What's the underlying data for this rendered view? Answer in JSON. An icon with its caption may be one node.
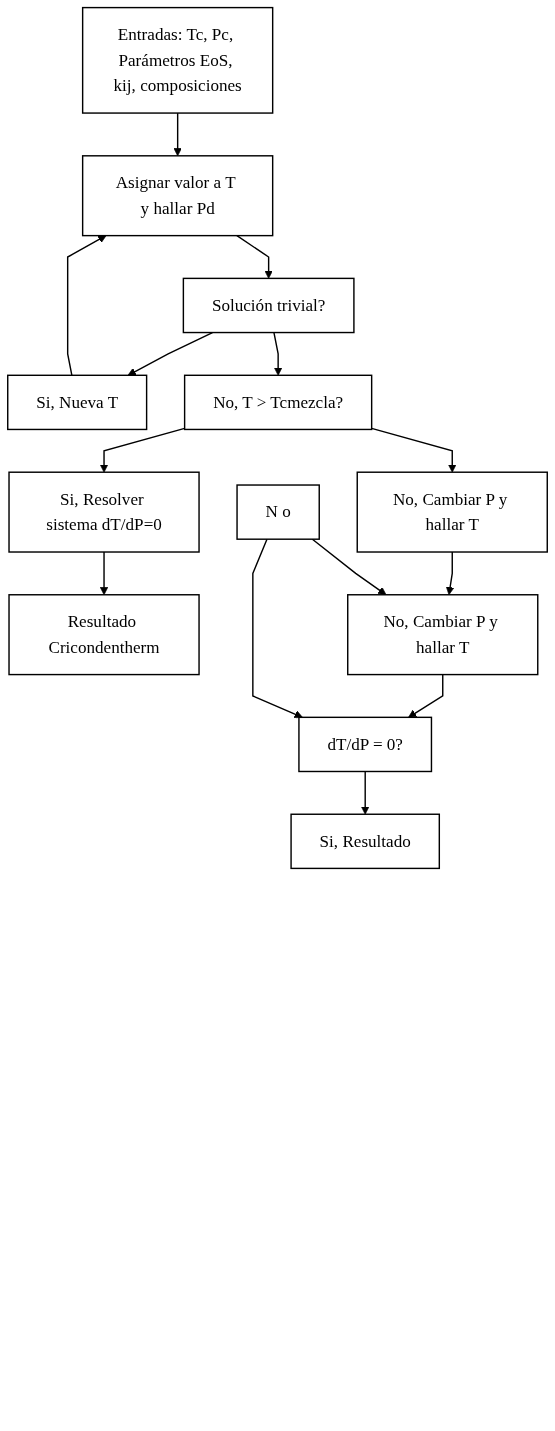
{
  "diagram": {
    "nodes": [
      {
        "text": [
          "Entradas: Tc, Pc, Parámetros EoS, kij, composiciones"
        ]
      },
      {
        "text": [
          "Asignar valor a T y hallar Pd"
        ]
      },
      {
        "text": [
          "Solución trivial?"
        ]
      },
      {
        "text": [
          "Si, Nueva T"
        ]
      },
      {
        "text": [
          "No, T > Tcmezcla?"
        ]
      },
      {
        "text": [
          "No, Cambiar P y hallar T"
        ]
      },
      {
        "text": [
          "Si, Resolver sistema dT/dP=0"
        ]
      },
      {
        "text": [
          "Resultado Cricondentherm"
        ]
      },
      {
        "text": [
          "No, Cambiar P y hallar T"
        ]
      },
      {
        "text": [
          "dT/dP = 0?"
        ]
      },
      {
        "text": [
          "N o"
        ]
      },
      {
        "text": [
          "Si, Resultado"
        ]
      }
    ],
    "edges": [
      {
        "from": 0,
        "to": 1,
        "arrow": "to"
      },
      {
        "from": 1,
        "to": 2,
        "arrow": "to"
      },
      {
        "from": 2,
        "to": 3,
        "arrow": "to"
      },
      {
        "from": 3,
        "to": 1,
        "arrow": "to"
      },
      {
        "from": 2,
        "to": 4,
        "arrow": "to"
      },
      {
        "from": 4,
        "to": 5,
        "arrow": "to"
      },
      {
        "from": 4,
        "to": 6,
        "arrow": "to"
      },
      {
        "from": 6,
        "to": 7,
        "arrow": "to"
      },
      {
        "from": 5,
        "to": 8,
        "arrow": "to"
      },
      {
        "from": 8,
        "to": 9,
        "arrow": "to"
      },
      {
        "from": 10,
        "to": 9,
        "arrow": "to"
      },
      {
        "from": 10,
        "to": 8,
        "arrow": "to"
      },
      {
        "from": 9,
        "to": 11,
        "arrow": "to"
      }
    ]
  }
}
